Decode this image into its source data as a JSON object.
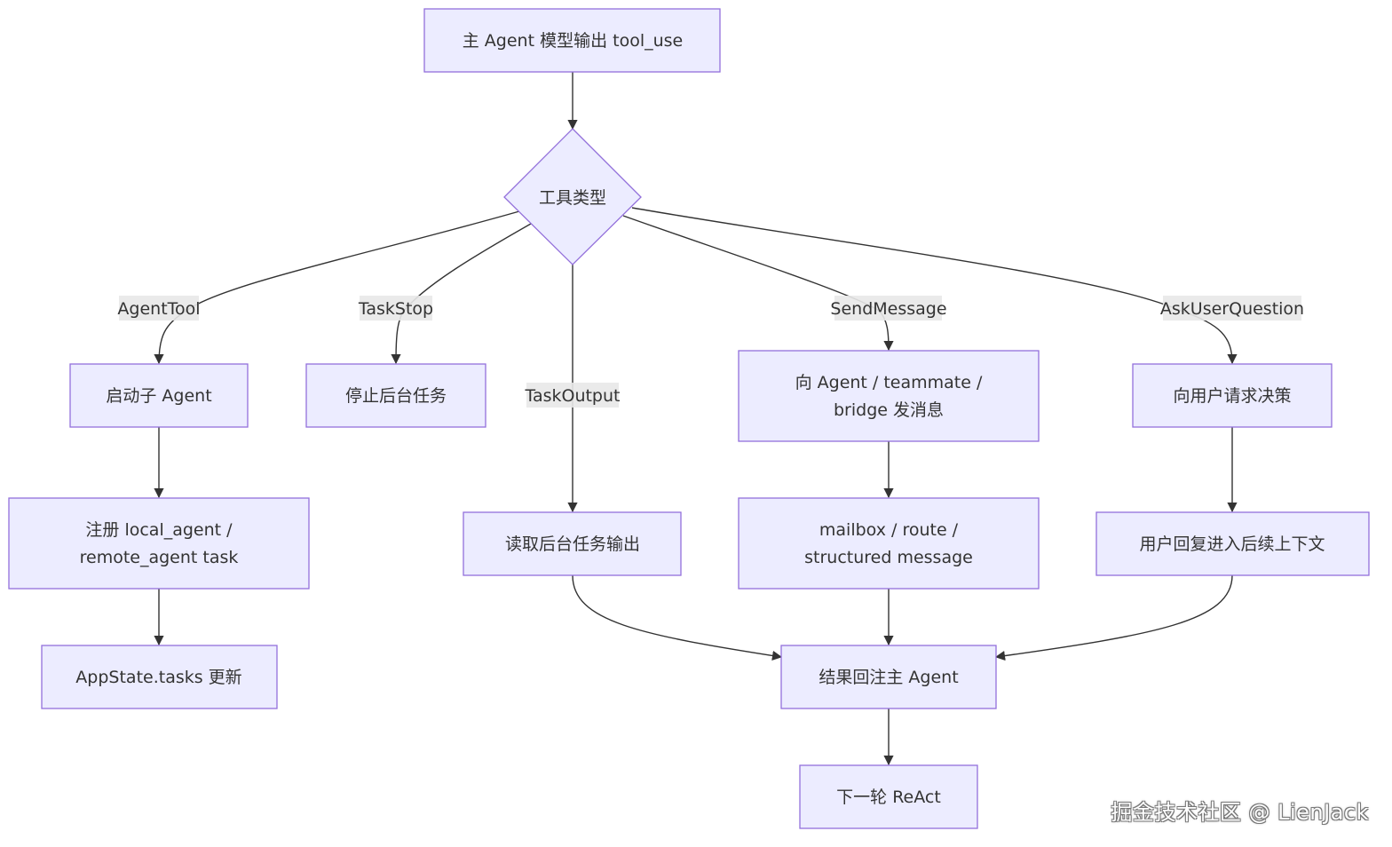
{
  "nodes": {
    "start": {
      "lines": [
        "主 Agent 模型输出 tool_use"
      ]
    },
    "decision": {
      "lines": [
        "工具类型"
      ]
    },
    "spawn_agent": {
      "lines": [
        "启动子 Agent"
      ]
    },
    "stop_task": {
      "lines": [
        "停止后台任务"
      ]
    },
    "send_message": {
      "lines": [
        "向 Agent / teammate /",
        "bridge 发消息"
      ]
    },
    "ask_user": {
      "lines": [
        "向用户请求决策"
      ]
    },
    "register_task": {
      "lines": [
        "注册 local_agent /",
        "remote_agent task"
      ]
    },
    "read_output": {
      "lines": [
        "读取后台任务输出"
      ]
    },
    "mailbox": {
      "lines": [
        "mailbox / route /",
        "structured message"
      ]
    },
    "user_reply": {
      "lines": [
        "用户回复进入后续上下文"
      ]
    },
    "appstate": {
      "lines": [
        "AppState.tasks 更新"
      ]
    },
    "result_back": {
      "lines": [
        "结果回注主 Agent"
      ]
    },
    "next_react": {
      "lines": [
        "下一轮 ReAct"
      ]
    }
  },
  "edge_labels": {
    "agent_tool": "AgentTool",
    "task_stop": "TaskStop",
    "task_output": "TaskOutput",
    "send_message": "SendMessage",
    "ask_user_question": "AskUserQuestion"
  },
  "watermark": "掘金技术社区 @ LienJack",
  "colors": {
    "node_fill": "#ECECFF",
    "node_stroke": "#9370DB",
    "edge": "#333333",
    "label_bg": "#e8e8e8"
  }
}
